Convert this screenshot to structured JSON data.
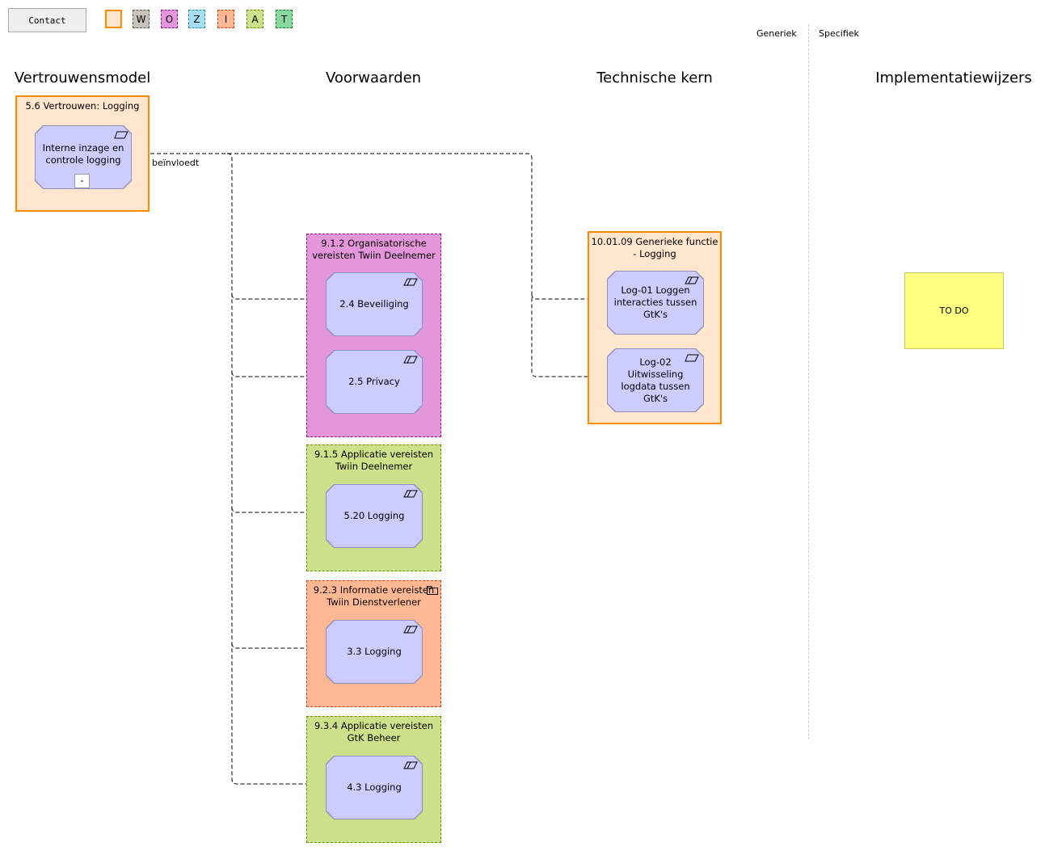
{
  "toolbar": {
    "contact_label": "Contact",
    "legend": [
      {
        "label": "",
        "fill": "#ffe6cc",
        "border": "#ff8c00"
      },
      {
        "label": "W",
        "fill": "#c8c2bc",
        "border": "#555"
      },
      {
        "label": "O",
        "fill": "#e396d9",
        "border": "#8b1a7f"
      },
      {
        "label": "Z",
        "fill": "#a6dff2",
        "border": "#2a8ab0"
      },
      {
        "label": "I",
        "fill": "#ffb893",
        "border": "#b84a10"
      },
      {
        "label": "A",
        "fill": "#cde08a",
        "border": "#6f8a00"
      },
      {
        "label": "T",
        "fill": "#88d8a0",
        "border": "#118030"
      }
    ]
  },
  "axis": {
    "generiek": "Generiek",
    "specifiek": "Specifiek"
  },
  "columns": [
    "Vertrouwensmodel",
    "Voorwaarden",
    "Technische kern",
    "Implementatiewijzers"
  ],
  "groups": {
    "g56": {
      "title": "5.6 Vertrouwen: Logging",
      "element": "Interne inzage en controle logging",
      "badge": "-"
    },
    "g912": {
      "title": "9.1.2 Organisatorische vereisten Twiin Deelnemer",
      "elements": [
        "2.4 Beveiliging",
        "2.5 Privacy"
      ]
    },
    "g915": {
      "title": "9.1.5 Applicatie vereisten Twiin Deelnemer",
      "elements": [
        "5.20 Logging"
      ]
    },
    "g923": {
      "title": "9.2.3 Informatie vereisten Twiin Dienstverlener",
      "elements": [
        "3.3 Logging"
      ]
    },
    "g934": {
      "title": "9.3.4 Applicatie vereisten GtK Beheer",
      "elements": [
        "4.3 Logging"
      ]
    },
    "g1009": {
      "title": "10.01.09 Generieke functie - Logging",
      "elements": [
        "Log-01 Loggen interacties tussen GtK's",
        "Log-02 Uitwisseling logdata tussen GtK's"
      ]
    }
  },
  "relation_label": "beïnvloedt",
  "todo": "TO DO"
}
